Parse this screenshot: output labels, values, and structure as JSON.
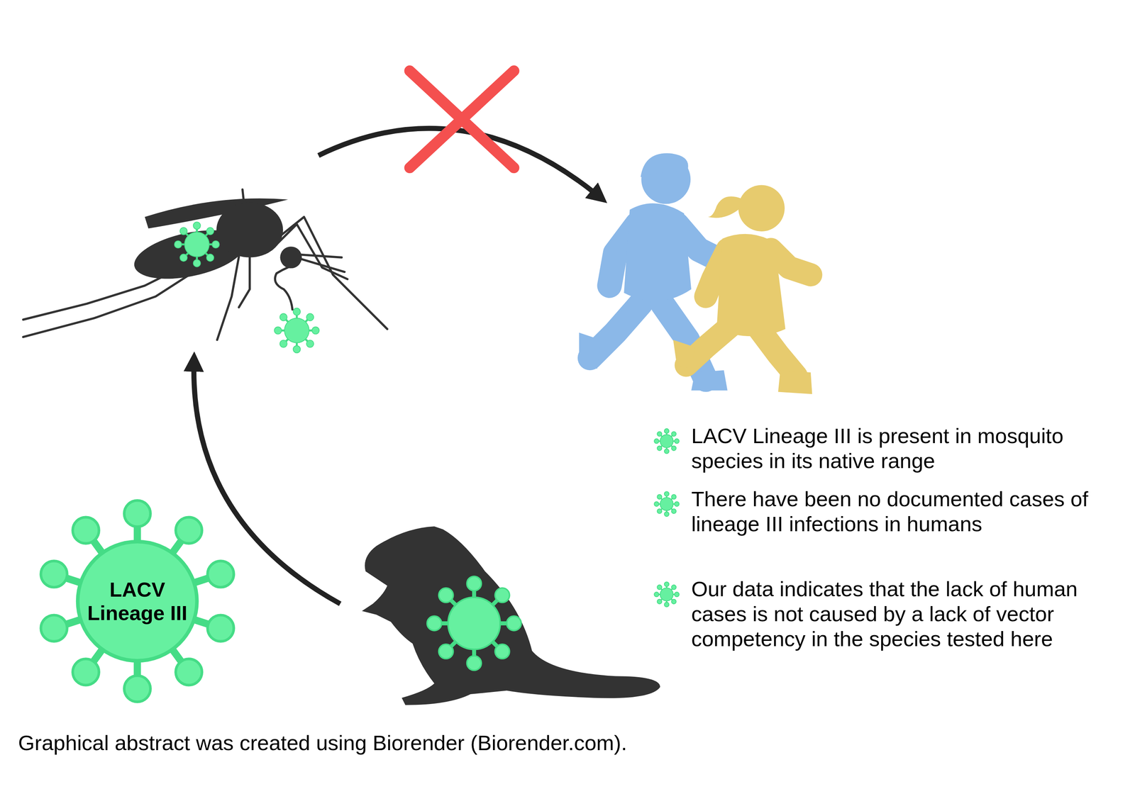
{
  "diagram": {
    "caption": "Graphical abstract was created using Biorender (Biorender.com).",
    "nodes": [
      {
        "text": [
          "LACV Lineage III"
        ]
      }
    ],
    "labels": [
      "LACV Lineage III is present in mosquito species in its native range",
      "There have been no documented cases of lineage III infections in humans",
      "Our data indicates that the lack of human cases is not caused by a lack of vector competency in the species tested here"
    ]
  }
}
